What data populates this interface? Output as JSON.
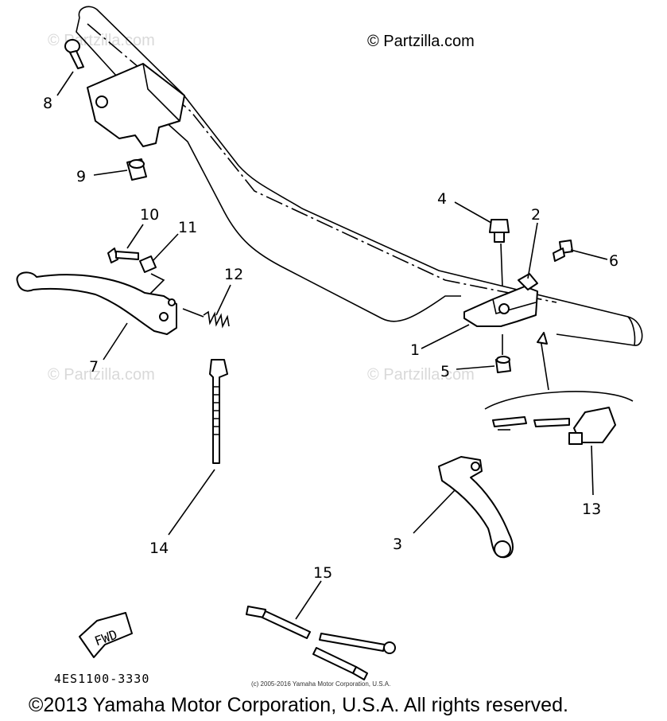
{
  "watermarks": [
    "© Partzilla.com",
    "© Partzilla.com",
    "© Partzilla.com"
  ],
  "copyright_top": "© Partzilla.com",
  "diagram_code": "4ES1100-3330",
  "small_copyright": "(c) 2005-2016 Yamaha Motor Corporation, U.S.A.",
  "footer_copyright": "©2013 Yamaha Motor Corporation, U.S.A. All rights reserved.",
  "fwd_label": "FWD",
  "callouts": {
    "c1": "1",
    "c2": "2",
    "c3": "3",
    "c4": "4",
    "c5": "5",
    "c6": "6",
    "c7": "7",
    "c8": "8",
    "c9": "9",
    "c10": "10",
    "c11": "11",
    "c12": "12",
    "c13": "13",
    "c14": "14",
    "c15": "15"
  }
}
